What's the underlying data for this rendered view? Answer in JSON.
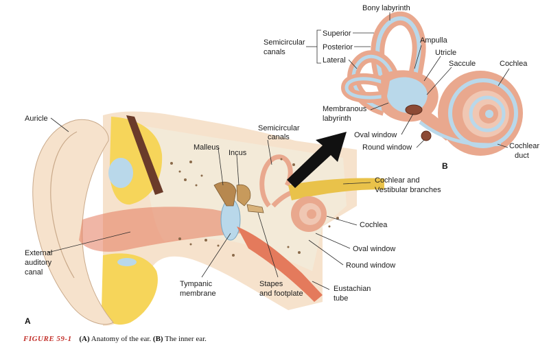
{
  "colors": {
    "skin": "#f6e2cc",
    "bone": "#f3ead8",
    "fat": "#f6d55a",
    "canal": "#e47a5c",
    "fluid": "#b9d8ea",
    "labyrinth": "#e9a88e",
    "nerve": "#e9c24a",
    "caption_red": "#c3312b"
  },
  "panels": {
    "a": "A",
    "b": "B"
  },
  "labels_a": {
    "auricle": "Auricle",
    "malleus": "Malleus",
    "incus": "Incus",
    "semicircular_1": "Semicircular",
    "semicircular_2": "canals",
    "cochlear_vest_1": "Cochlear and",
    "cochlear_vest_2": "Vestibular branches",
    "cochlea": "Cochlea",
    "oval_window": "Oval window",
    "round_window": "Round window",
    "eustachian_1": "Eustachian",
    "eustachian_2": "tube",
    "stapes_1": "Stapes",
    "stapes_2": "and footplate",
    "tympanic_1": "Tympanic",
    "tympanic_2": "membrane",
    "external_1": "External",
    "external_2": "auditory",
    "external_3": "canal"
  },
  "labels_b": {
    "bony_labyrinth": "Bony labyrinth",
    "semicircular_1": "Semicircular",
    "semicircular_2": "canals",
    "superior": "Superior",
    "posterior": "Posterior",
    "lateral": "Lateral",
    "ampulla": "Ampulla",
    "utricle": "Utricle",
    "saccule": "Saccule",
    "cochlea": "Cochlea",
    "membranous_1": "Membranous",
    "membranous_2": "labyrinth",
    "oval_window": "Oval window",
    "round_window": "Round window",
    "cochlear_duct_1": "Cochlear",
    "cochlear_duct_2": "duct"
  },
  "caption": {
    "figure": "FIGURE 59-1",
    "part_a": "(A)",
    "text_a": "Anatomy of the ear.",
    "part_b": "(B)",
    "text_b": "The inner ear."
  }
}
